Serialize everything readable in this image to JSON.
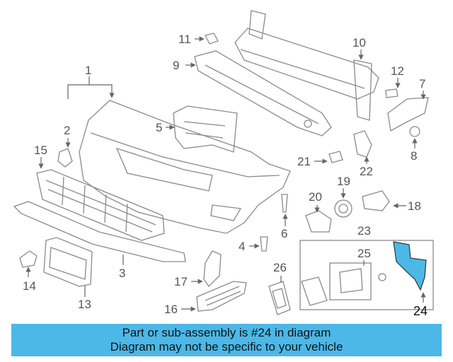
{
  "diagram": {
    "callouts": {
      "c1": "1",
      "c2": "2",
      "c3": "3",
      "c4": "4",
      "c5": "5",
      "c6": "6",
      "c7": "7",
      "c8": "8",
      "c9": "9",
      "c10": "10",
      "c11": "11",
      "c12": "12",
      "c13": "13",
      "c14": "14",
      "c15": "15",
      "c16": "16",
      "c17": "17",
      "c18": "18",
      "c19": "19",
      "c20": "20",
      "c21": "21",
      "c22": "22",
      "c23": "23",
      "c24": "24",
      "c25": "25",
      "c26": "26"
    },
    "highlight_color": "#4cb8e8"
  },
  "banner": {
    "line1": "Part or sub-assembly is #24 in diagram",
    "line2": "Diagram may not be specific to your vehicle"
  }
}
